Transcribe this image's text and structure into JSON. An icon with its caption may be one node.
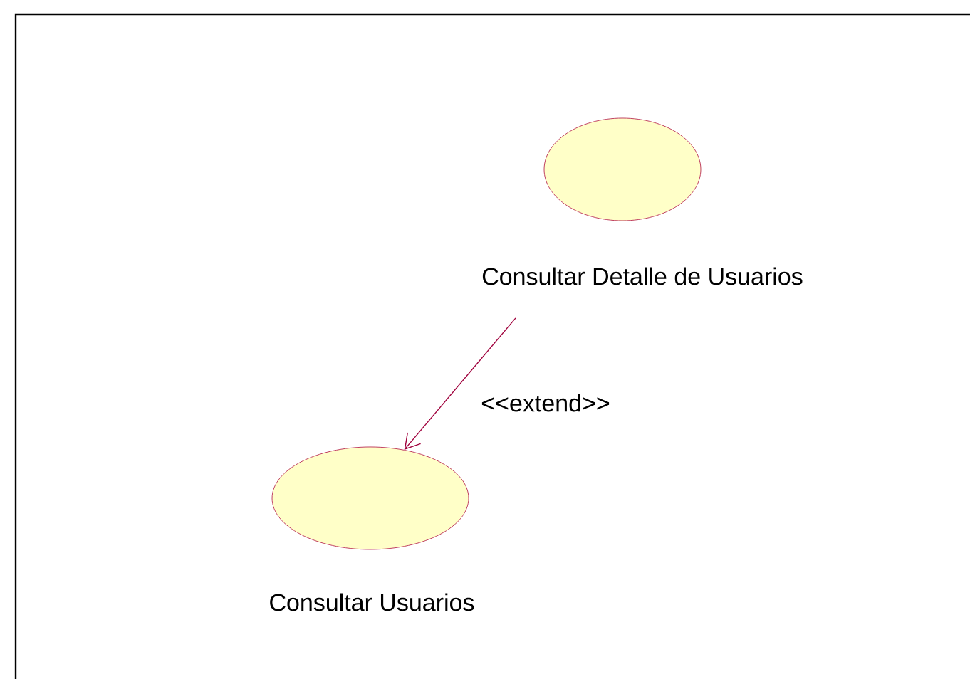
{
  "diagram": {
    "nodes": [
      {
        "text": [
          "Consultar Detalle de Usuarios"
        ]
      },
      {
        "text": [
          "Consultar Usuarios"
        ]
      }
    ],
    "edges": [
      {
        "from": 0,
        "to": 1,
        "arrow": "to",
        "label": "<<extend>>",
        "color": "#a0003c"
      }
    ]
  }
}
